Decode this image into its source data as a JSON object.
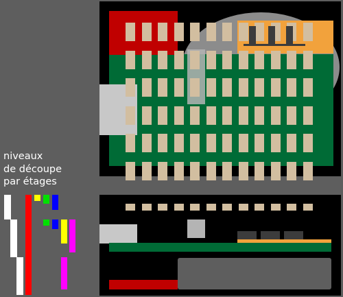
{
  "caption": {
    "line1": "niveaux",
    "line2": "de découpe",
    "line3": "par étages"
  },
  "colors": {
    "background": "#5e5e5e",
    "panel": "#000000",
    "board": "#006b36",
    "red": "#c00000",
    "orange": "#f2a23c",
    "pad": "#d2bea0",
    "light_gray": "#c8c8c8",
    "dark_gray": "#555555",
    "white": "#ffffff",
    "yellow": "#ffff00",
    "green": "#00e000",
    "blue": "#0000ff",
    "magenta": "#ff00ff"
  }
}
